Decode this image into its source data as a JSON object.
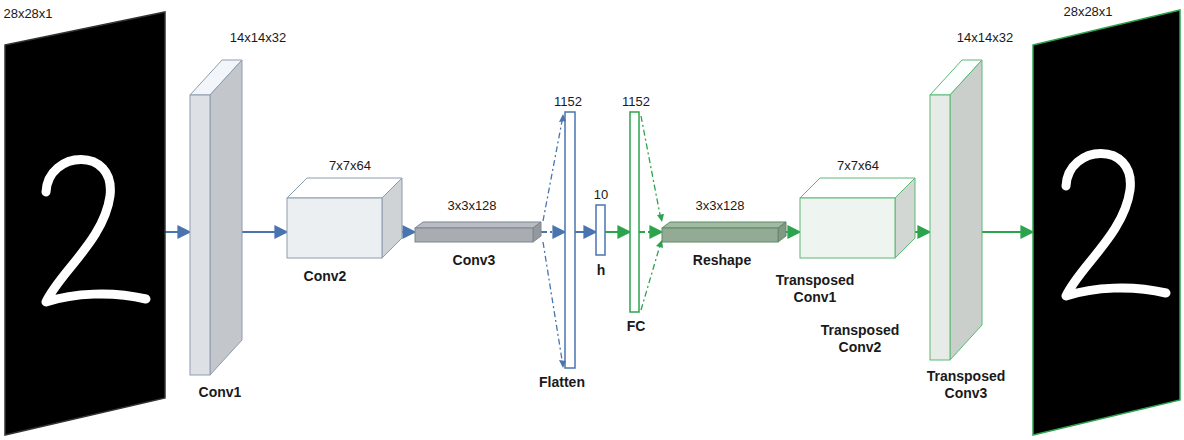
{
  "diagram": {
    "nodes": [
      {
        "text": [
          "28x28x1"
        ]
      },
      {
        "text": [
          "14x14x32",
          "Conv1"
        ]
      },
      {
        "text": [
          "7x7x64",
          "Conv2"
        ]
      },
      {
        "text": [
          "3x3x128",
          "Conv3"
        ]
      },
      {
        "text": [
          "1152",
          "Flatten"
        ]
      },
      {
        "text": [
          "10",
          "h"
        ]
      },
      {
        "text": [
          "1152",
          "FC"
        ]
      },
      {
        "text": [
          "3x3x128",
          "Reshape"
        ]
      },
      {
        "text": [
          "7x7x64",
          "Transposed Conv1"
        ]
      },
      {
        "text": [
          "14x14x32",
          "Transposed Conv3"
        ]
      },
      {
        "text": [
          "28x28x1"
        ]
      }
    ],
    "edges": [
      {
        "from": 0,
        "to": 1,
        "arrow": "to"
      },
      {
        "from": 1,
        "to": 2,
        "arrow": "to"
      },
      {
        "from": 2,
        "to": 3,
        "arrow": "to"
      },
      {
        "from": 3,
        "to": 4,
        "arrow": "to"
      },
      {
        "from": 4,
        "to": 5,
        "arrow": "to"
      },
      {
        "from": 5,
        "to": 6,
        "arrow": "to"
      },
      {
        "from": 6,
        "to": 7,
        "arrow": "to"
      },
      {
        "from": 7,
        "to": 8,
        "arrow": "to"
      },
      {
        "from": 8,
        "to": 9,
        "arrow": "to"
      },
      {
        "from": 9,
        "to": 10,
        "arrow": "to"
      }
    ],
    "labels": [
      "Transposed Conv2"
    ]
  }
}
